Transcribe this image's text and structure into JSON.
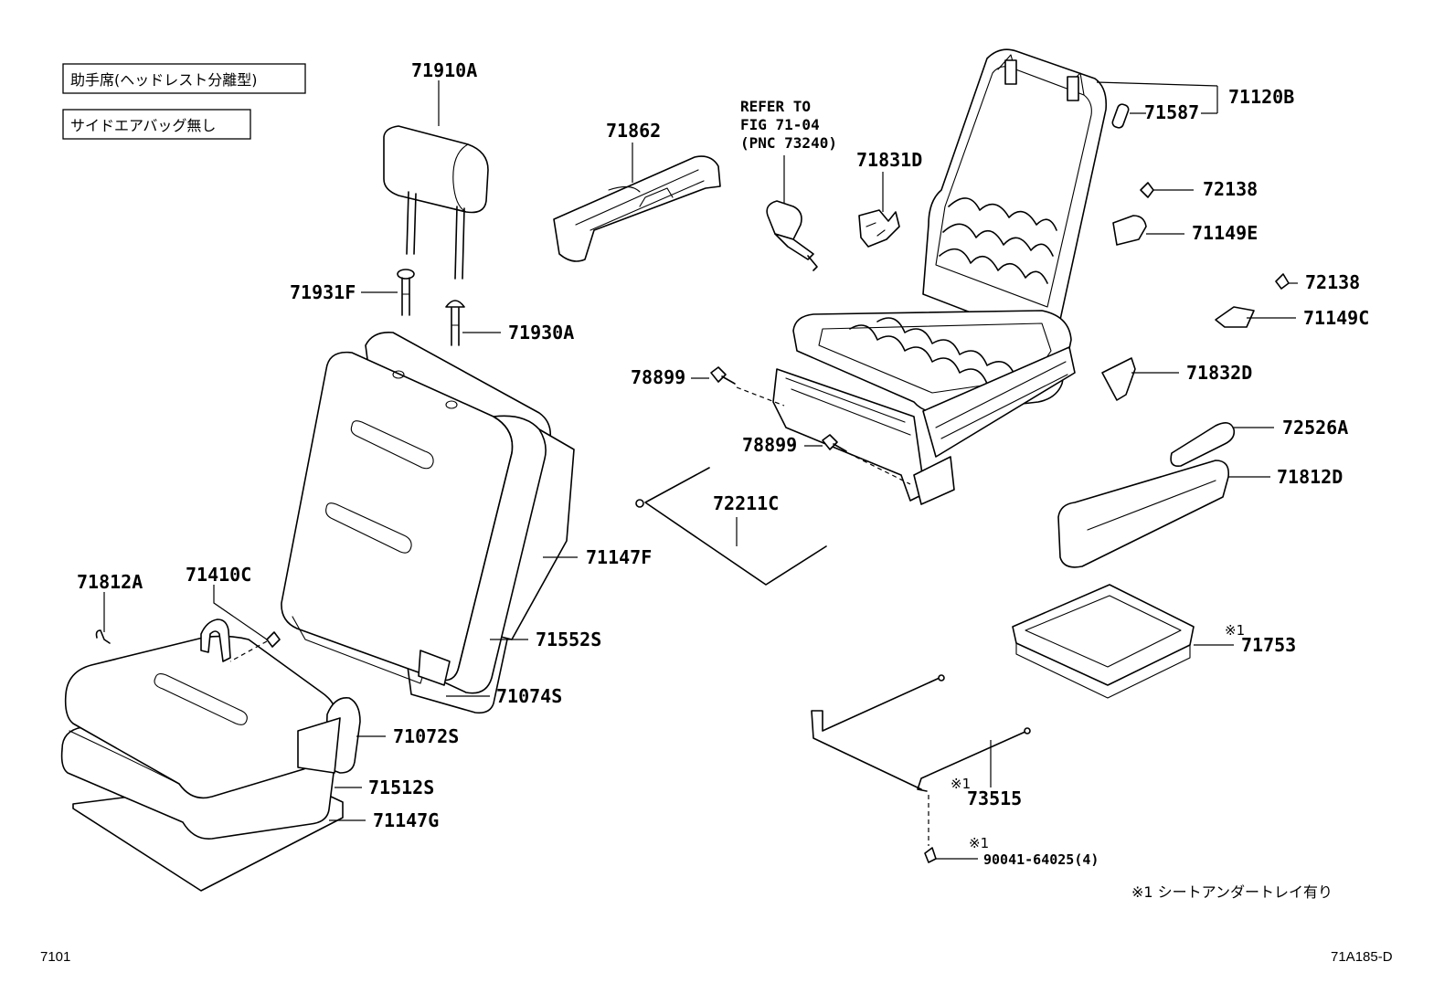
{
  "notes": {
    "box1": "助手席(ヘッドレスト分離型)",
    "box2": "サイドエアバッグ無し",
    "footnote": "※1  シートアンダートレイ有り",
    "diagram_code": "7101",
    "figure_id": "71A185-D"
  },
  "refer": {
    "line1": "REFER TO",
    "line2": "FIG 71-04",
    "line3": "(PNC 73240)"
  },
  "marks": {
    "m71753": "※1",
    "m73515": "※1",
    "m90041": "※1"
  },
  "parts": {
    "p71910A": "71910A",
    "p71862": "71862",
    "p71831D": "71831D",
    "p71120B": "71120B",
    "p71587": "71587",
    "p72138a": "72138",
    "p71149E": "71149E",
    "p72138b": "72138",
    "p71149C": "71149C",
    "p71931F": "71931F",
    "p71930A": "71930A",
    "p78899a": "78899",
    "p71832D": "71832D",
    "p72526A": "72526A",
    "p78899b": "78899",
    "p71812D": "71812D",
    "p72211C": "72211C",
    "p71147F": "71147F",
    "p71812A": "71812A",
    "p71410C": "71410C",
    "p71552S": "71552S",
    "p71753": "71753",
    "p71074S": "71074S",
    "p71072S": "71072S",
    "p71512S": "71512S",
    "p73515": "73515",
    "p71147G": "71147G",
    "p90041": "90041-64025(4)"
  }
}
